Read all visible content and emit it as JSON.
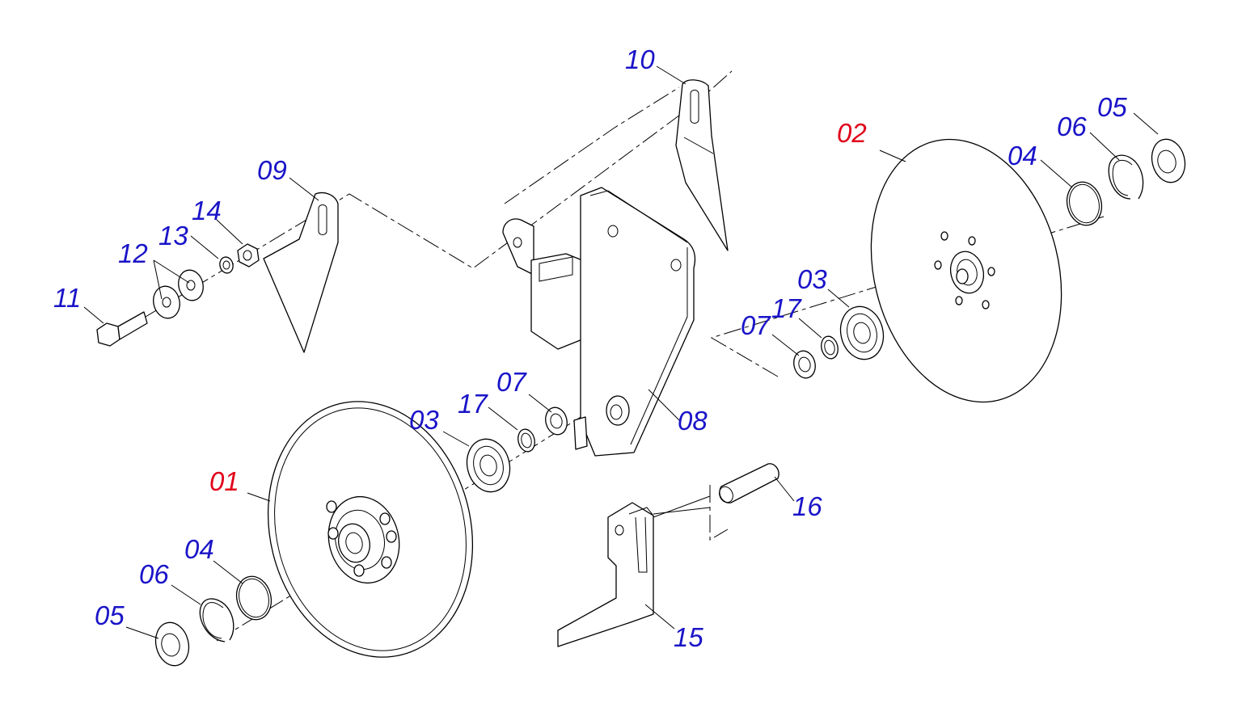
{
  "colors": {
    "main_part_label": "#e0001a",
    "part_label": "#1a14c8",
    "line": "#000000"
  },
  "callouts": [
    {
      "id": "c01",
      "label": "01",
      "kind": "main"
    },
    {
      "id": "c02",
      "label": "02",
      "kind": "main"
    },
    {
      "id": "c03a",
      "label": "03",
      "kind": "part"
    },
    {
      "id": "c03b",
      "label": "03",
      "kind": "part"
    },
    {
      "id": "c04a",
      "label": "04",
      "kind": "part"
    },
    {
      "id": "c04b",
      "label": "04",
      "kind": "part"
    },
    {
      "id": "c05a",
      "label": "05",
      "kind": "part"
    },
    {
      "id": "c05b",
      "label": "05",
      "kind": "part"
    },
    {
      "id": "c06a",
      "label": "06",
      "kind": "part"
    },
    {
      "id": "c06b",
      "label": "06",
      "kind": "part"
    },
    {
      "id": "c07a",
      "label": "07",
      "kind": "part"
    },
    {
      "id": "c07b",
      "label": "07",
      "kind": "part"
    },
    {
      "id": "c08",
      "label": "08",
      "kind": "part"
    },
    {
      "id": "c09",
      "label": "09",
      "kind": "part"
    },
    {
      "id": "c10",
      "label": "10",
      "kind": "part"
    },
    {
      "id": "c11",
      "label": "11",
      "kind": "part"
    },
    {
      "id": "c12",
      "label": "12",
      "kind": "part"
    },
    {
      "id": "c13",
      "label": "13",
      "kind": "part"
    },
    {
      "id": "c14",
      "label": "14",
      "kind": "part"
    },
    {
      "id": "c15",
      "label": "15",
      "kind": "part"
    },
    {
      "id": "c16",
      "label": "16",
      "kind": "part"
    },
    {
      "id": "c17a",
      "label": "17",
      "kind": "part"
    },
    {
      "id": "c17b",
      "label": "17",
      "kind": "part"
    }
  ]
}
